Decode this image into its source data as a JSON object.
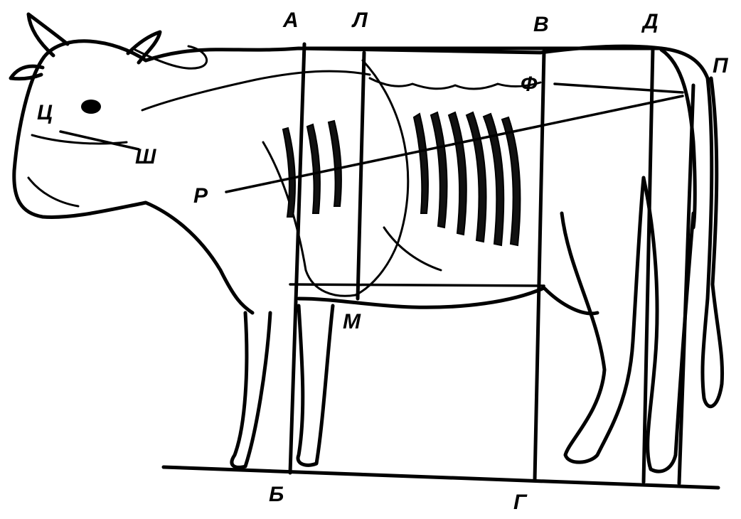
{
  "labels": {
    "A": "А",
    "L": "Л",
    "V": "В",
    "D": "Д",
    "P_tail": "П",
    "F": "Ф",
    "Ts": "Ц",
    "Sh": "Ш",
    "R": "Р",
    "M": "М",
    "B": "Б",
    "G": "Г"
  },
  "colors": {
    "ink": "#000000",
    "paper": "#ffffff"
  }
}
